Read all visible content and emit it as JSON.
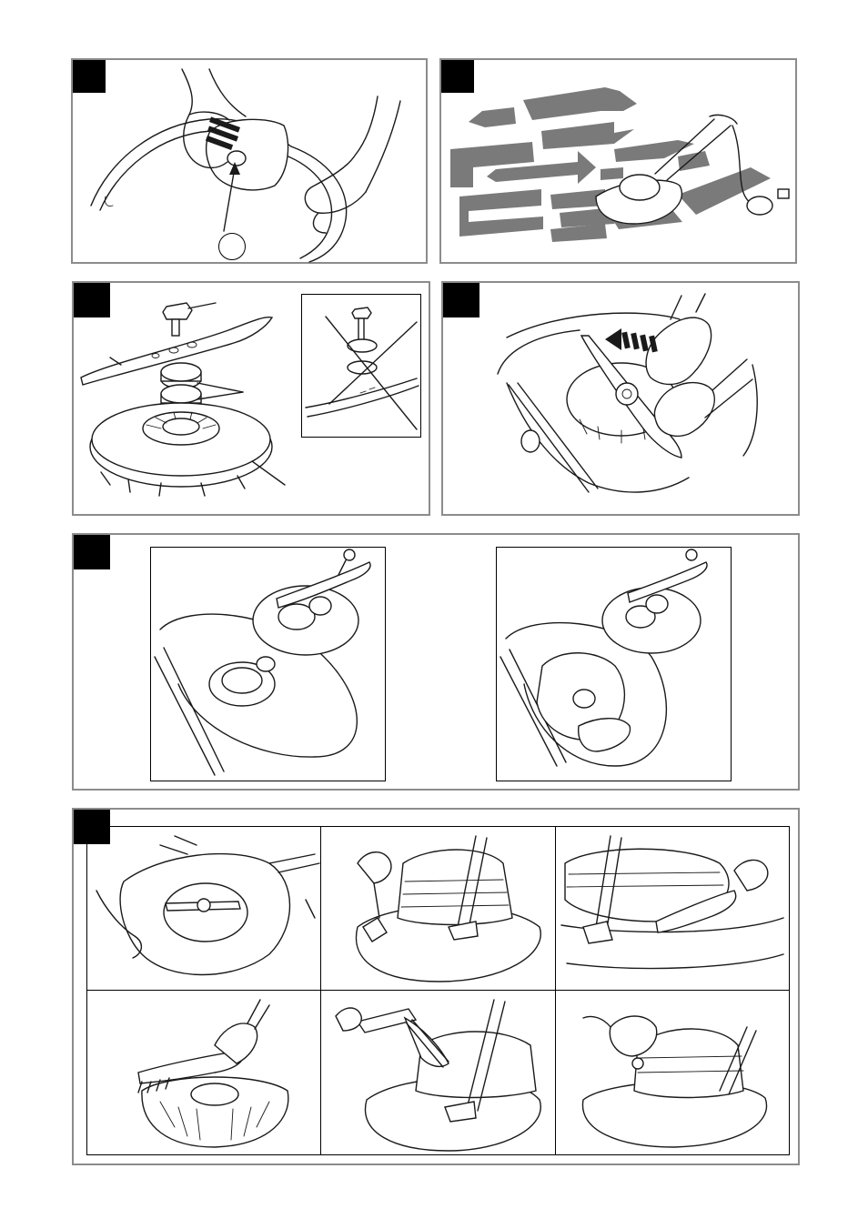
{
  "page": {
    "description_free": true
  },
  "figures": [
    {
      "id": "fig-1",
      "callouts": [
        "",
        ""
      ]
    },
    {
      "id": "fig-2",
      "callouts": []
    },
    {
      "id": "fig-3",
      "callouts": []
    },
    {
      "id": "fig-4",
      "callouts": []
    },
    {
      "id": "fig-5",
      "callouts": []
    },
    {
      "id": "fig-6",
      "callouts": []
    }
  ],
  "colors": {
    "panel_border": "#8c8c8c",
    "figure_tag": "#000000",
    "mowing_pattern": "#7a7a7a",
    "line_art": "#1a1a1a"
  },
  "icons": {
    "push_direction": "striped-arrow-icon",
    "incorrect": "cross-out-icon",
    "callout": "callout-circle-icon"
  }
}
